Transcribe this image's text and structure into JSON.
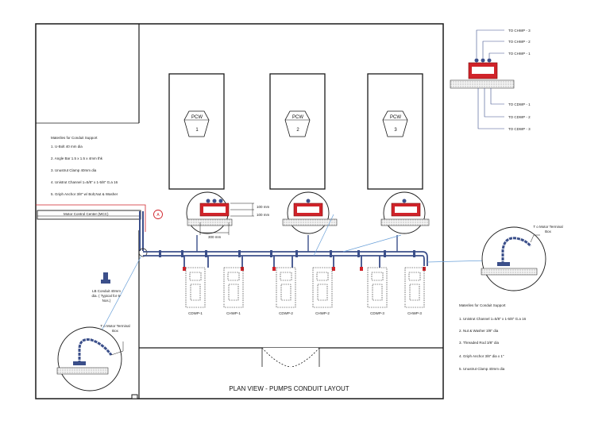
{
  "title": "PLAN VIEW - PUMPS CONDUIT LAYOUT",
  "mcc_label": "Motor Control Center (MCC)",
  "callout_label": "A",
  "pcw_units": [
    {
      "label": "PCW",
      "number": "1"
    },
    {
      "label": "PCW",
      "number": "2"
    },
    {
      "label": "PCW",
      "number": "3"
    }
  ],
  "materials_left": {
    "heading": "Materiles for Conduit Support",
    "items": [
      "1. U-Bolt  40 mm dia",
      "2. Angle Bar 1.5 x 1.5 x 4mm thk",
      "3. Unustrut Clamp 40mm dia",
      "4. Unistrut Channel 1=5/8\" x 1-5/8\" G.a 16",
      "5. Griph Anchor 3/8\" w/  Bolt,Nut & Washer"
    ]
  },
  "materials_right": {
    "heading": "Materiles for Conduit Support",
    "items": [
      "1. Unistrut Channel 1=5/8\" x 1-5/8\" G.a 16",
      "2. Nut & Washer 3/8\" dia",
      "3. Threaded Rod 3/8\" dia",
      "4. Griph Anchor 3/8\" dia x 1\"",
      "5. Unustrut Clamp 40mm dia"
    ]
  },
  "dimensions": {
    "d1": "100 mm",
    "d2": "100 mm",
    "d3": "300 mm"
  },
  "pump_labels": [
    "CDWP-1",
    "CHWP-1",
    "CDWP-2",
    "CHWP-2",
    "CDWP-3",
    "CHWP-3"
  ],
  "conduit_note": {
    "line1": "LB Conduit 40mm",
    "line2": "dia. ( Typical for 6-",
    "line3": "Nos.)"
  },
  "terminal_box_left": {
    "line1": "T o Motor Terminal",
    "line2": "Box"
  },
  "terminal_box_right": {
    "line1": "T o Motor Terminal",
    "line2": "Box"
  },
  "legend_to_chwp": [
    "TO CHWP - 3",
    "TO CHWP - 2",
    "TO CHWP - 1"
  ],
  "legend_to_cdwp": [
    "TO CDWP - 1",
    "TO CDWP - 2",
    "TO CDWP - 3"
  ],
  "colors": {
    "conduit": "#3b4f8a",
    "rack": "#d0232a",
    "line": "#1a1a1a",
    "leader": "#6aa0d8"
  }
}
